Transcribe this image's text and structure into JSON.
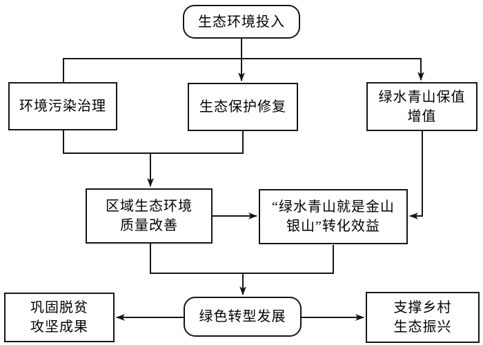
{
  "diagram": {
    "type": "flowchart",
    "nodes": {
      "eco_input": {
        "label": "生态环境投入",
        "shape": "rounded"
      },
      "pollution_control": {
        "label": "环境污染治理",
        "shape": "rect"
      },
      "eco_protection": {
        "label": "生态保护修复",
        "shape": "rect"
      },
      "green_value": {
        "label": "绿水青山保值\n增值",
        "shape": "rect"
      },
      "regional_quality": {
        "label": "区域生态环境\n质量改善",
        "shape": "rect"
      },
      "conversion_benefit": {
        "label": "“绿水青山就是金山\n银山”转化效益",
        "shape": "rect"
      },
      "poverty_alleviation": {
        "label": "巩固脱贫\n攻坚成果",
        "shape": "rect"
      },
      "green_transition": {
        "label": "绿色转型发展",
        "shape": "rounded"
      },
      "rural_revitalization": {
        "label": "支撑乡村\n生态振兴",
        "shape": "rect"
      }
    },
    "edges": [
      [
        "eco_input",
        "pollution_control"
      ],
      [
        "eco_input",
        "eco_protection"
      ],
      [
        "eco_input",
        "green_value"
      ],
      [
        "pollution_control",
        "regional_quality"
      ],
      [
        "eco_protection",
        "regional_quality"
      ],
      [
        "regional_quality",
        "conversion_benefit"
      ],
      [
        "green_value",
        "conversion_benefit"
      ],
      [
        "regional_quality",
        "green_transition"
      ],
      [
        "conversion_benefit",
        "green_transition"
      ],
      [
        "green_transition",
        "poverty_alleviation"
      ],
      [
        "green_transition",
        "rural_revitalization"
      ]
    ],
    "colors": {
      "background": "#ffffff",
      "line": "#141414",
      "box_border": "#141414",
      "text": "#000000"
    }
  }
}
